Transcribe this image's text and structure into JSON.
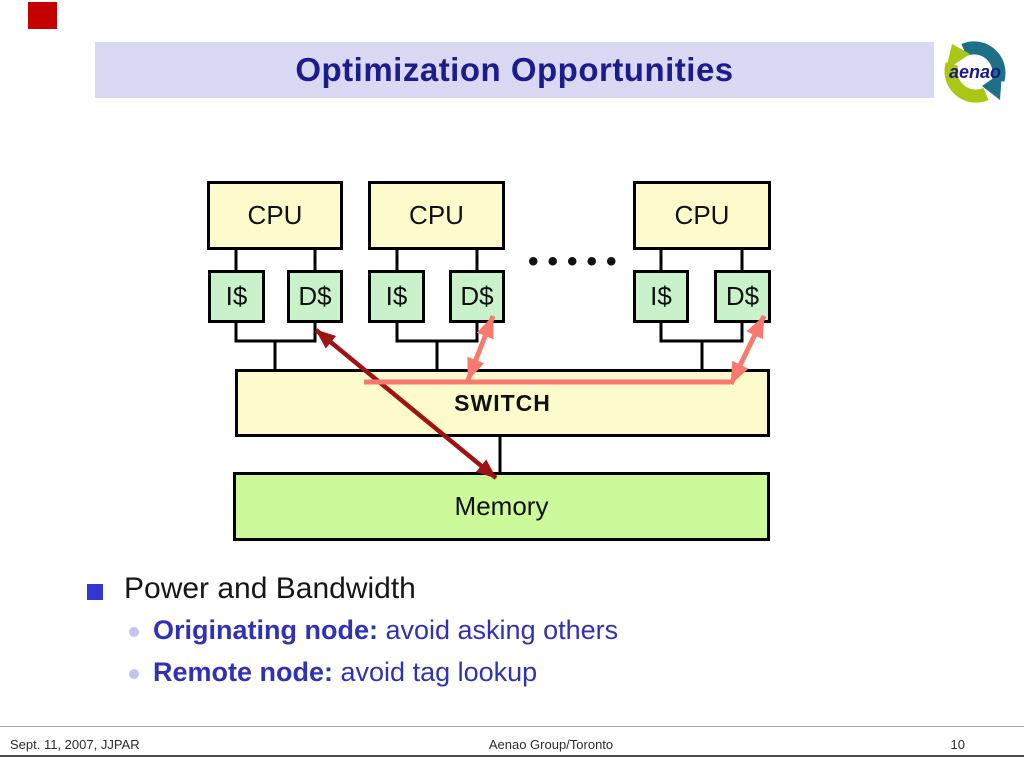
{
  "slide": {
    "title": "Optimization Opportunities",
    "footer_left": "Sept. 11, 2007, JJPAR",
    "footer_center": "Aenao Group/Toronto",
    "page_number": "10"
  },
  "logo": {
    "text": "aenao",
    "teal": "#1d7086",
    "green": "#a9c714",
    "text_color": "#191989"
  },
  "decor": {
    "corner_square_color": "#c40000",
    "title_bar_color": "#d9d9f3",
    "title_color": "#1c1c8c"
  },
  "diagram": {
    "cpu_labels": [
      "CPU",
      "CPU",
      "CPU"
    ],
    "icache_labels": [
      "I$",
      "I$",
      "I$"
    ],
    "dcache_labels": [
      "D$",
      "D$",
      "D$"
    ],
    "ellipsis": "•••••",
    "switch_label": "SWITCH",
    "memory_label": "Memory",
    "colors": {
      "cpu_fill": "#fdfbcc",
      "cache_fill": "#c9f2ca",
      "memory_fill": "#ccf999",
      "switch_fill": "#fdfbcc",
      "connector": "#000000",
      "arrow_dark_red": "#9e1414",
      "arrow_salmon": "#f8796f"
    }
  },
  "bullets": {
    "level1": "Power and Bandwidth",
    "level2": [
      {
        "bold": "Originating node:",
        "rest": " avoid asking others"
      },
      {
        "bold": "Remote node:",
        "rest": " avoid tag lookup"
      }
    ]
  }
}
